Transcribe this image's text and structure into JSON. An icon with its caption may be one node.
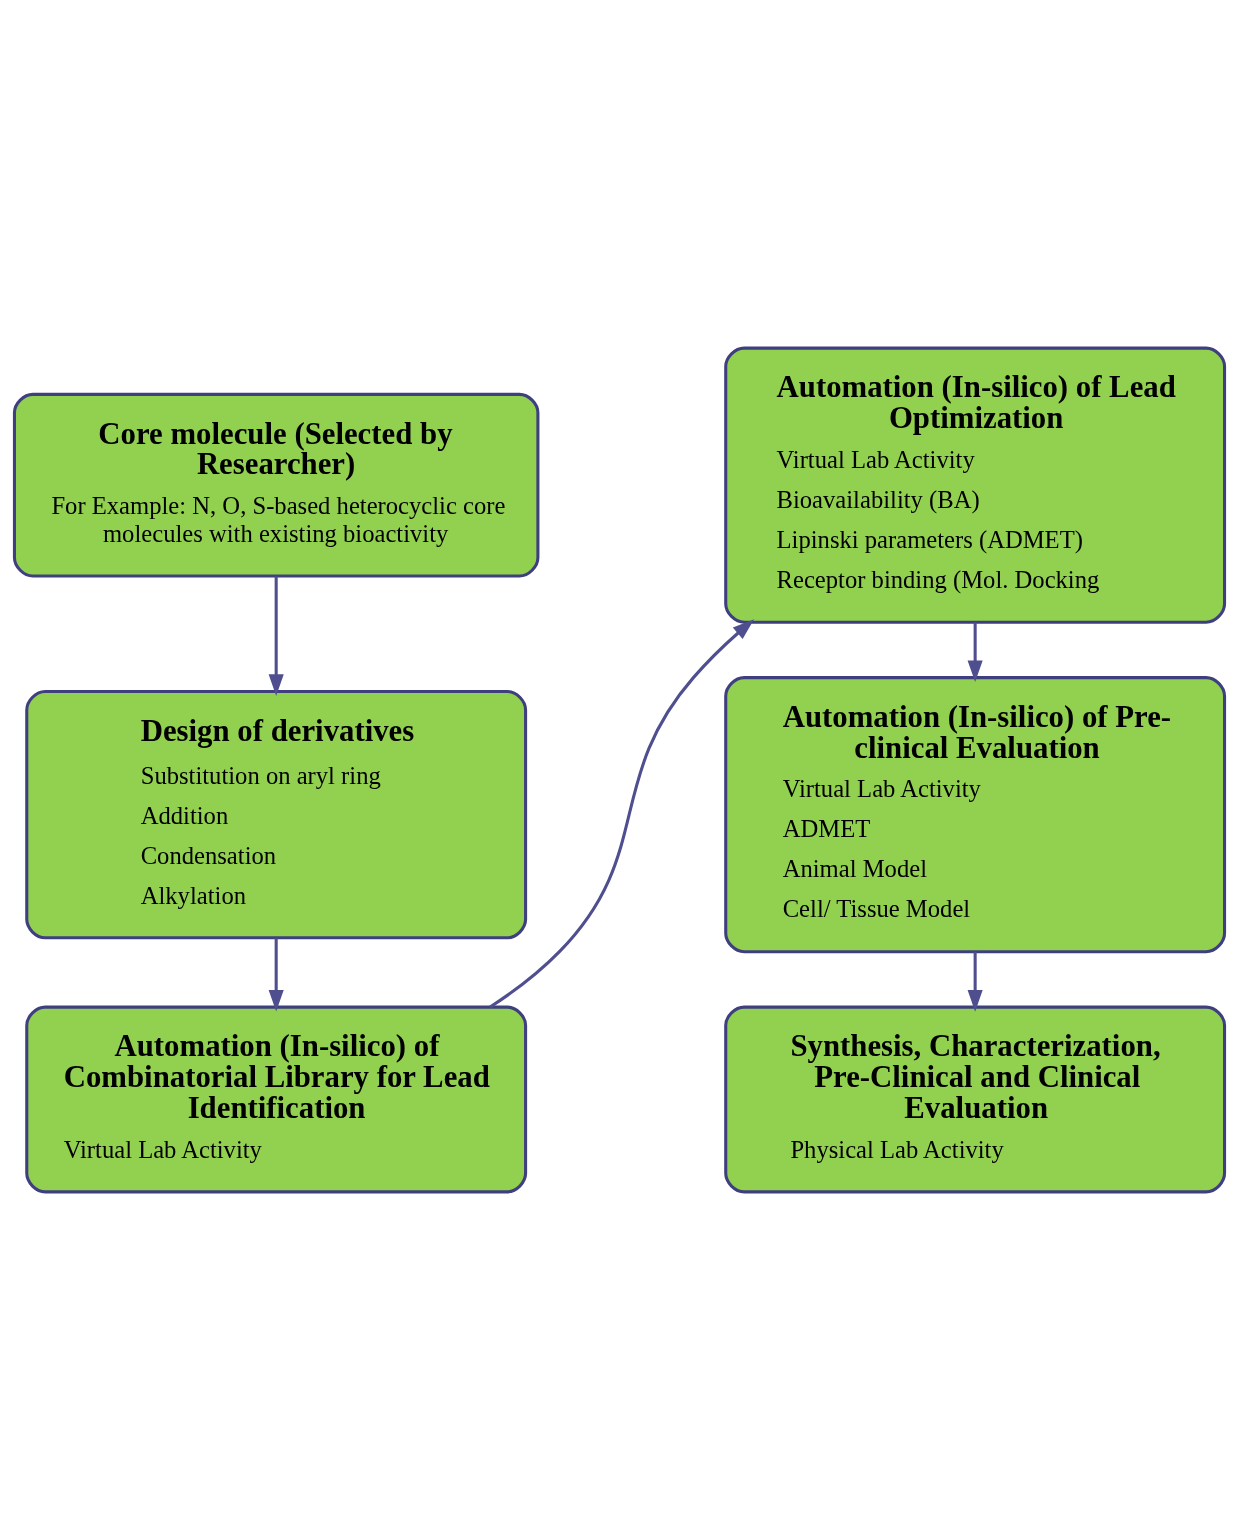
{
  "diagram": {
    "nodes": [
      {
        "text": [
          "Core molecule (Selected by Researcher)",
          "For Example: N, O, S-based heterocyclic core molecules with existing bioactivity"
        ]
      },
      {
        "text": [
          "Design of derivatives",
          "Substitution on aryl ring",
          "Addition",
          "Condensation",
          "Alkylation"
        ]
      },
      {
        "text": [
          "Automation (In-silico) of Combinatorial Library for Lead Identification",
          "Virtual Lab Activity"
        ]
      },
      {
        "text": [
          "Automation (In-silico) of Lead Optimization",
          "Virtual Lab Activity",
          "Bioavailability (BA)",
          "Lipinski parameters (ADMET)",
          "Receptor binding (Mol. Docking"
        ]
      },
      {
        "text": [
          "Automation (In-silico) of Pre-clinical Evaluation",
          "Virtual Lab Activity",
          "ADMET",
          "Animal Model",
          "Cell/ Tissue Model"
        ]
      },
      {
        "text": [
          "Synthesis, Characterization, Pre-Clinical and Clinical Evaluation",
          "Physical Lab Activity"
        ]
      }
    ],
    "edges": [
      {
        "from": 0,
        "to": 1,
        "arrow": "to"
      },
      {
        "from": 1,
        "to": 2,
        "arrow": "to"
      },
      {
        "from": 2,
        "to": 3,
        "arrow": "to"
      },
      {
        "from": 3,
        "to": 4,
        "arrow": "to"
      },
      {
        "from": 4,
        "to": 5,
        "arrow": "to"
      }
    ]
  }
}
